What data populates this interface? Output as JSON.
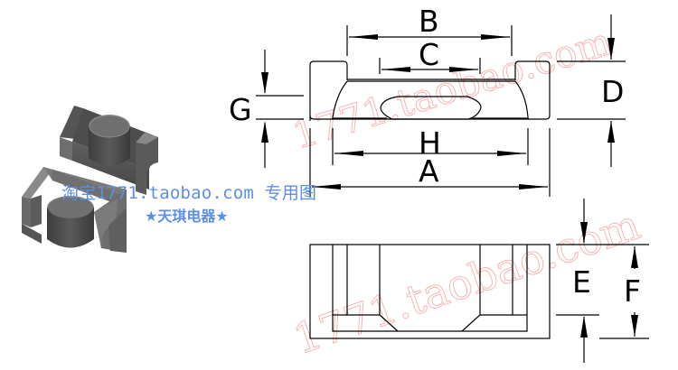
{
  "diagram": {
    "subject": "Ferrite core (E-core pair) with dimension drawing",
    "photo": {
      "description": "two grey ferrite E-core halves with oval center posts"
    },
    "top_view": {
      "dimension_labels": [
        "A",
        "B",
        "C",
        "D",
        "G",
        "H"
      ]
    },
    "side_view": {
      "dimension_labels": [
        "E",
        "F"
      ]
    },
    "labels": {
      "A": "A",
      "B": "B",
      "C": "C",
      "D": "D",
      "E": "E",
      "F": "F",
      "G": "G",
      "H": "H"
    },
    "watermarks": {
      "blue_line1": "淘宝1771.taobao.com 专用图",
      "blue_line2": "★天琪电器★",
      "red_diagonal_1": "1771.taobao.com",
      "red_diagonal_2": "1771.taobao.com"
    },
    "colors": {
      "line": "#000000",
      "core_grey": "#5a5a5a",
      "watermark_blue": "#5b8fe6",
      "watermark_red": "#f4a0a0",
      "background": "#ffffff"
    }
  }
}
